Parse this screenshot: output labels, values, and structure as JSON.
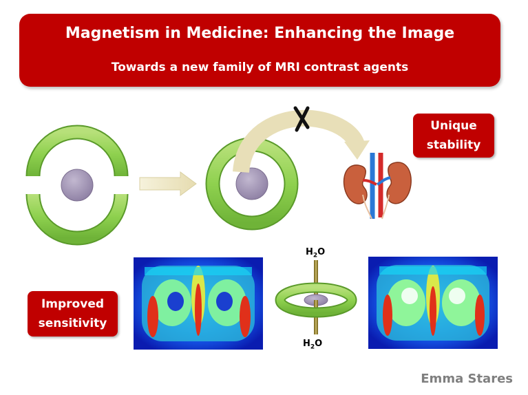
{
  "header": {
    "title": "Magnetism in Medicine: Enhancing the Image",
    "subtitle": "Towards a new family of MRI contrast agents"
  },
  "badges": {
    "stability": [
      "Unique",
      "stability"
    ],
    "sensitivity": [
      "Improved",
      "sensitivity"
    ]
  },
  "water": {
    "h": "H",
    "sub": "2",
    "o": "O"
  },
  "author": "Emma Stares",
  "colors": {
    "accent_red": "#c00000",
    "ring_green": "#8fd14f",
    "ion_purple": "#9f92b3",
    "author_gray": "#7f7f7f"
  },
  "icons": [
    "split-ring-icon",
    "closed-ring-icon",
    "kidney-icon",
    "blocked-arrow-icon",
    "mri-scan-image",
    "water-exchange-ring-icon"
  ]
}
